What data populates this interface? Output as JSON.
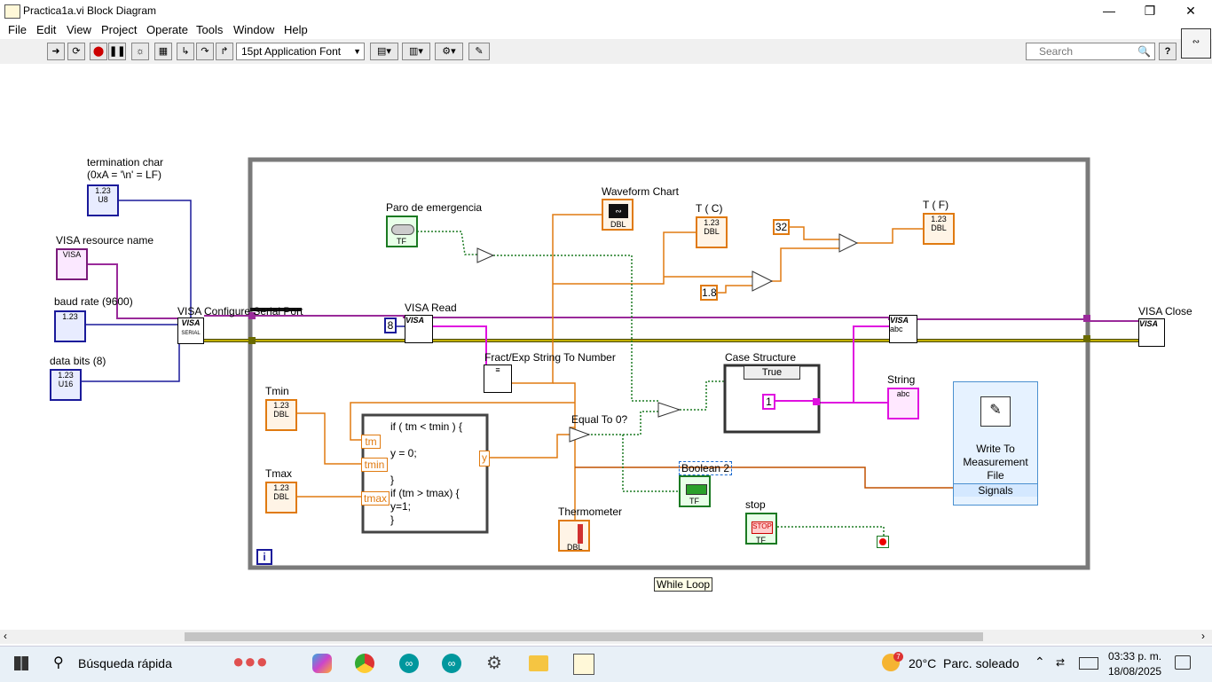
{
  "window": {
    "title": "Practica1a.vi Block Diagram"
  },
  "menu": [
    "File",
    "Edit",
    "View",
    "Project",
    "Operate",
    "Tools",
    "Window",
    "Help"
  ],
  "toolbar": {
    "font": "15pt Application Font",
    "search_placeholder": "Search",
    "help": "?"
  },
  "diagram": {
    "controls": {
      "termination_char_label": "termination char\n(0xA = '\\n' = LF)",
      "termination_char_type": "U8",
      "visa_resource_label": "VISA resource name",
      "baud_rate_label": "baud rate (9600)",
      "data_bits_label": "data bits (8)",
      "data_bits_type": "U16",
      "tmin_label": "Tmin",
      "tmax_label": "Tmax",
      "paro_label": "Paro de emergencia",
      "stop_label": "stop",
      "stop_text": "STOP",
      "num_text": "1.23",
      "dbl": "DBL",
      "tf": "TF",
      "visa_text": "VISA"
    },
    "indicators": {
      "waveform_label": "Waveform Chart",
      "tc_label": "T ( C)",
      "tf_label": "T ( F)",
      "string_label": "String",
      "string_text": "abc",
      "boolean2_label": "Boolean 2",
      "thermometer_label": "Thermometer"
    },
    "constants": {
      "c32": "32",
      "c18": "1.8",
      "c8": "8",
      "c1": "1"
    },
    "nodes": {
      "visa_config": "VISA Configure Serial Port",
      "visa_config_sub": "SERIAL",
      "visa_read": "VISA Read",
      "visa_write_abc": "abc",
      "visa_close": "VISA Close",
      "fract_exp": "Fract/Exp String To Number",
      "equal_to_0": "Equal To 0?",
      "case_structure": "Case Structure",
      "case_value": "True",
      "write_file": "Write To\nMeasurement\nFile",
      "signals": "Signals",
      "while_loop": "While Loop",
      "iteration": "i"
    },
    "formula": {
      "text": "if ( tm < tmin ) {\n\ny = 0;\n\n}\nif (tm > tmax) {\ny=1;\n}",
      "in_tm": "tm",
      "in_tmin": "tmin",
      "in_tmax": "tmax",
      "out_y": "y"
    }
  },
  "taskbar": {
    "search": "Búsqueda rápida",
    "weather_temp": "20°C",
    "weather_desc": "Parc. soleado",
    "weather_badge": "7",
    "time": "03:33 p. m.",
    "date": "18/08/2025"
  }
}
